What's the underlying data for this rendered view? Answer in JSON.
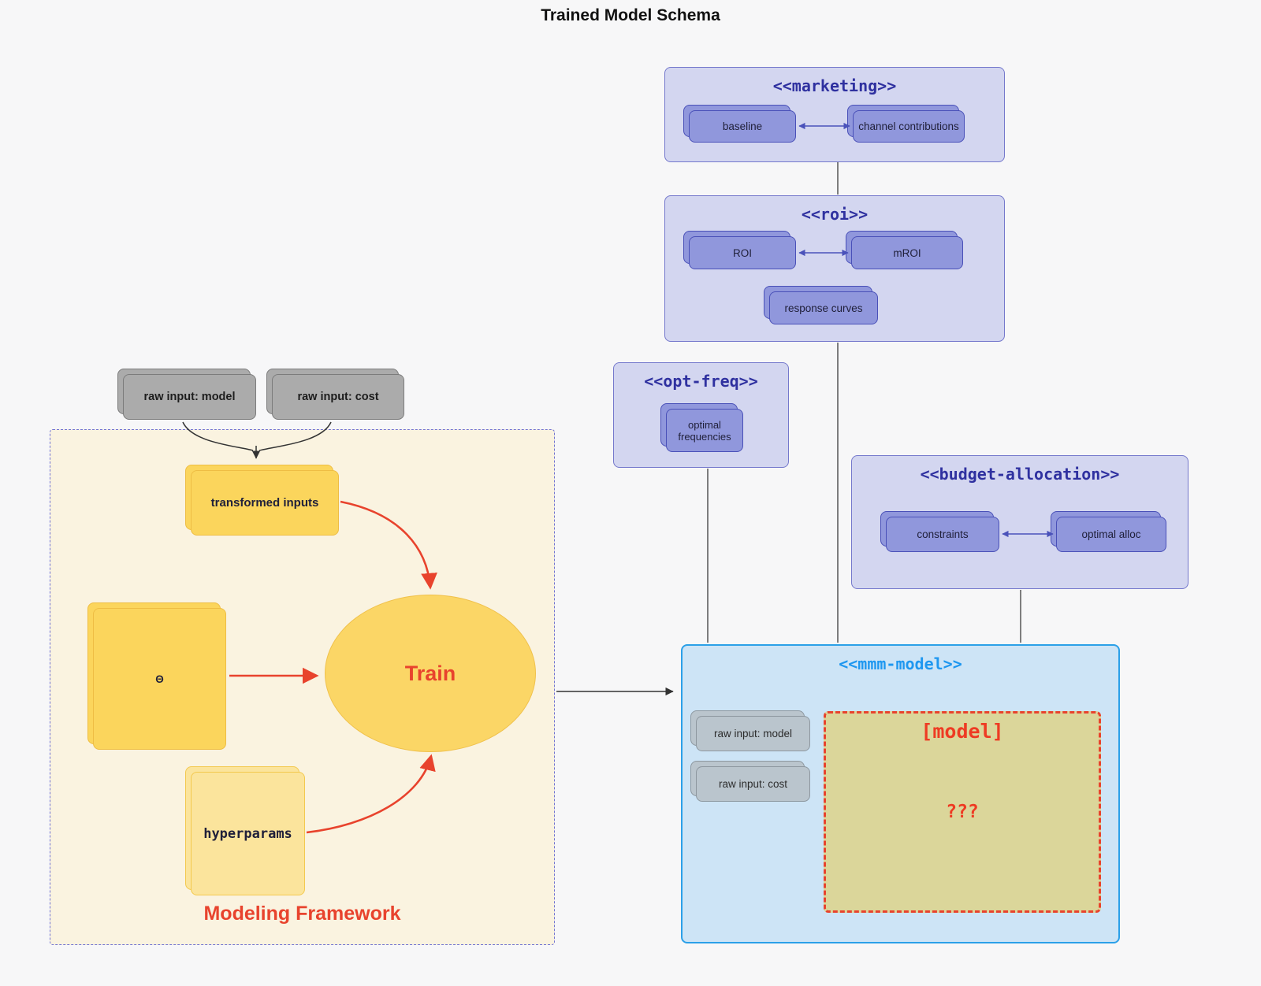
{
  "diagram": {
    "title": "Trained Model Schema"
  },
  "containers": {
    "marketing": {
      "title": "<<marketing>>"
    },
    "roi": {
      "title": "<<roi>>"
    },
    "opt_freq": {
      "title": "<<opt-freq>>"
    },
    "budget_allocation": {
      "title": "<<budget-allocation>>"
    },
    "mmm_model": {
      "title": "<<mmm-model>>"
    },
    "modeling_framework": {
      "title": "Modeling Framework"
    }
  },
  "nodes": {
    "baseline": {
      "label": "baseline"
    },
    "channel_contributions": {
      "label": "channel contributions"
    },
    "roi": {
      "label": "ROI"
    },
    "mroi": {
      "label": "mROI"
    },
    "response_curves": {
      "label": "response curves"
    },
    "optimal_frequencies": {
      "label": "optimal frequencies"
    },
    "constraints": {
      "label": "constraints"
    },
    "optimal_alloc": {
      "label": "optimal alloc"
    },
    "raw_input_model": {
      "label": "raw input: model"
    },
    "raw_input_cost": {
      "label": "raw input: cost"
    },
    "mmm_raw_input_model": {
      "label": "raw input: model"
    },
    "mmm_raw_input_cost": {
      "label": "raw input: cost"
    },
    "transformed_inputs": {
      "label": "transformed inputs"
    },
    "theta": {
      "label": "Θ"
    },
    "train": {
      "label": "Train"
    },
    "hyperparams": {
      "label": "hyperparams"
    },
    "model_placeholder": {
      "label": "[model]"
    },
    "unknown": {
      "label": "???"
    }
  },
  "colors": {
    "accent_red": "#e8432d",
    "lavender_container": "#d3d6f0",
    "purple_node": "#9097dc",
    "mmm_fill": "#cde4f6",
    "mmm_border": "#2ba0e8",
    "khaki_fill": "#dbd69a",
    "cream_fill": "#faf3e0",
    "yellow_node": "#fbd55c",
    "gray_node": "#ababab",
    "edge_purple": "#4a52ba"
  }
}
